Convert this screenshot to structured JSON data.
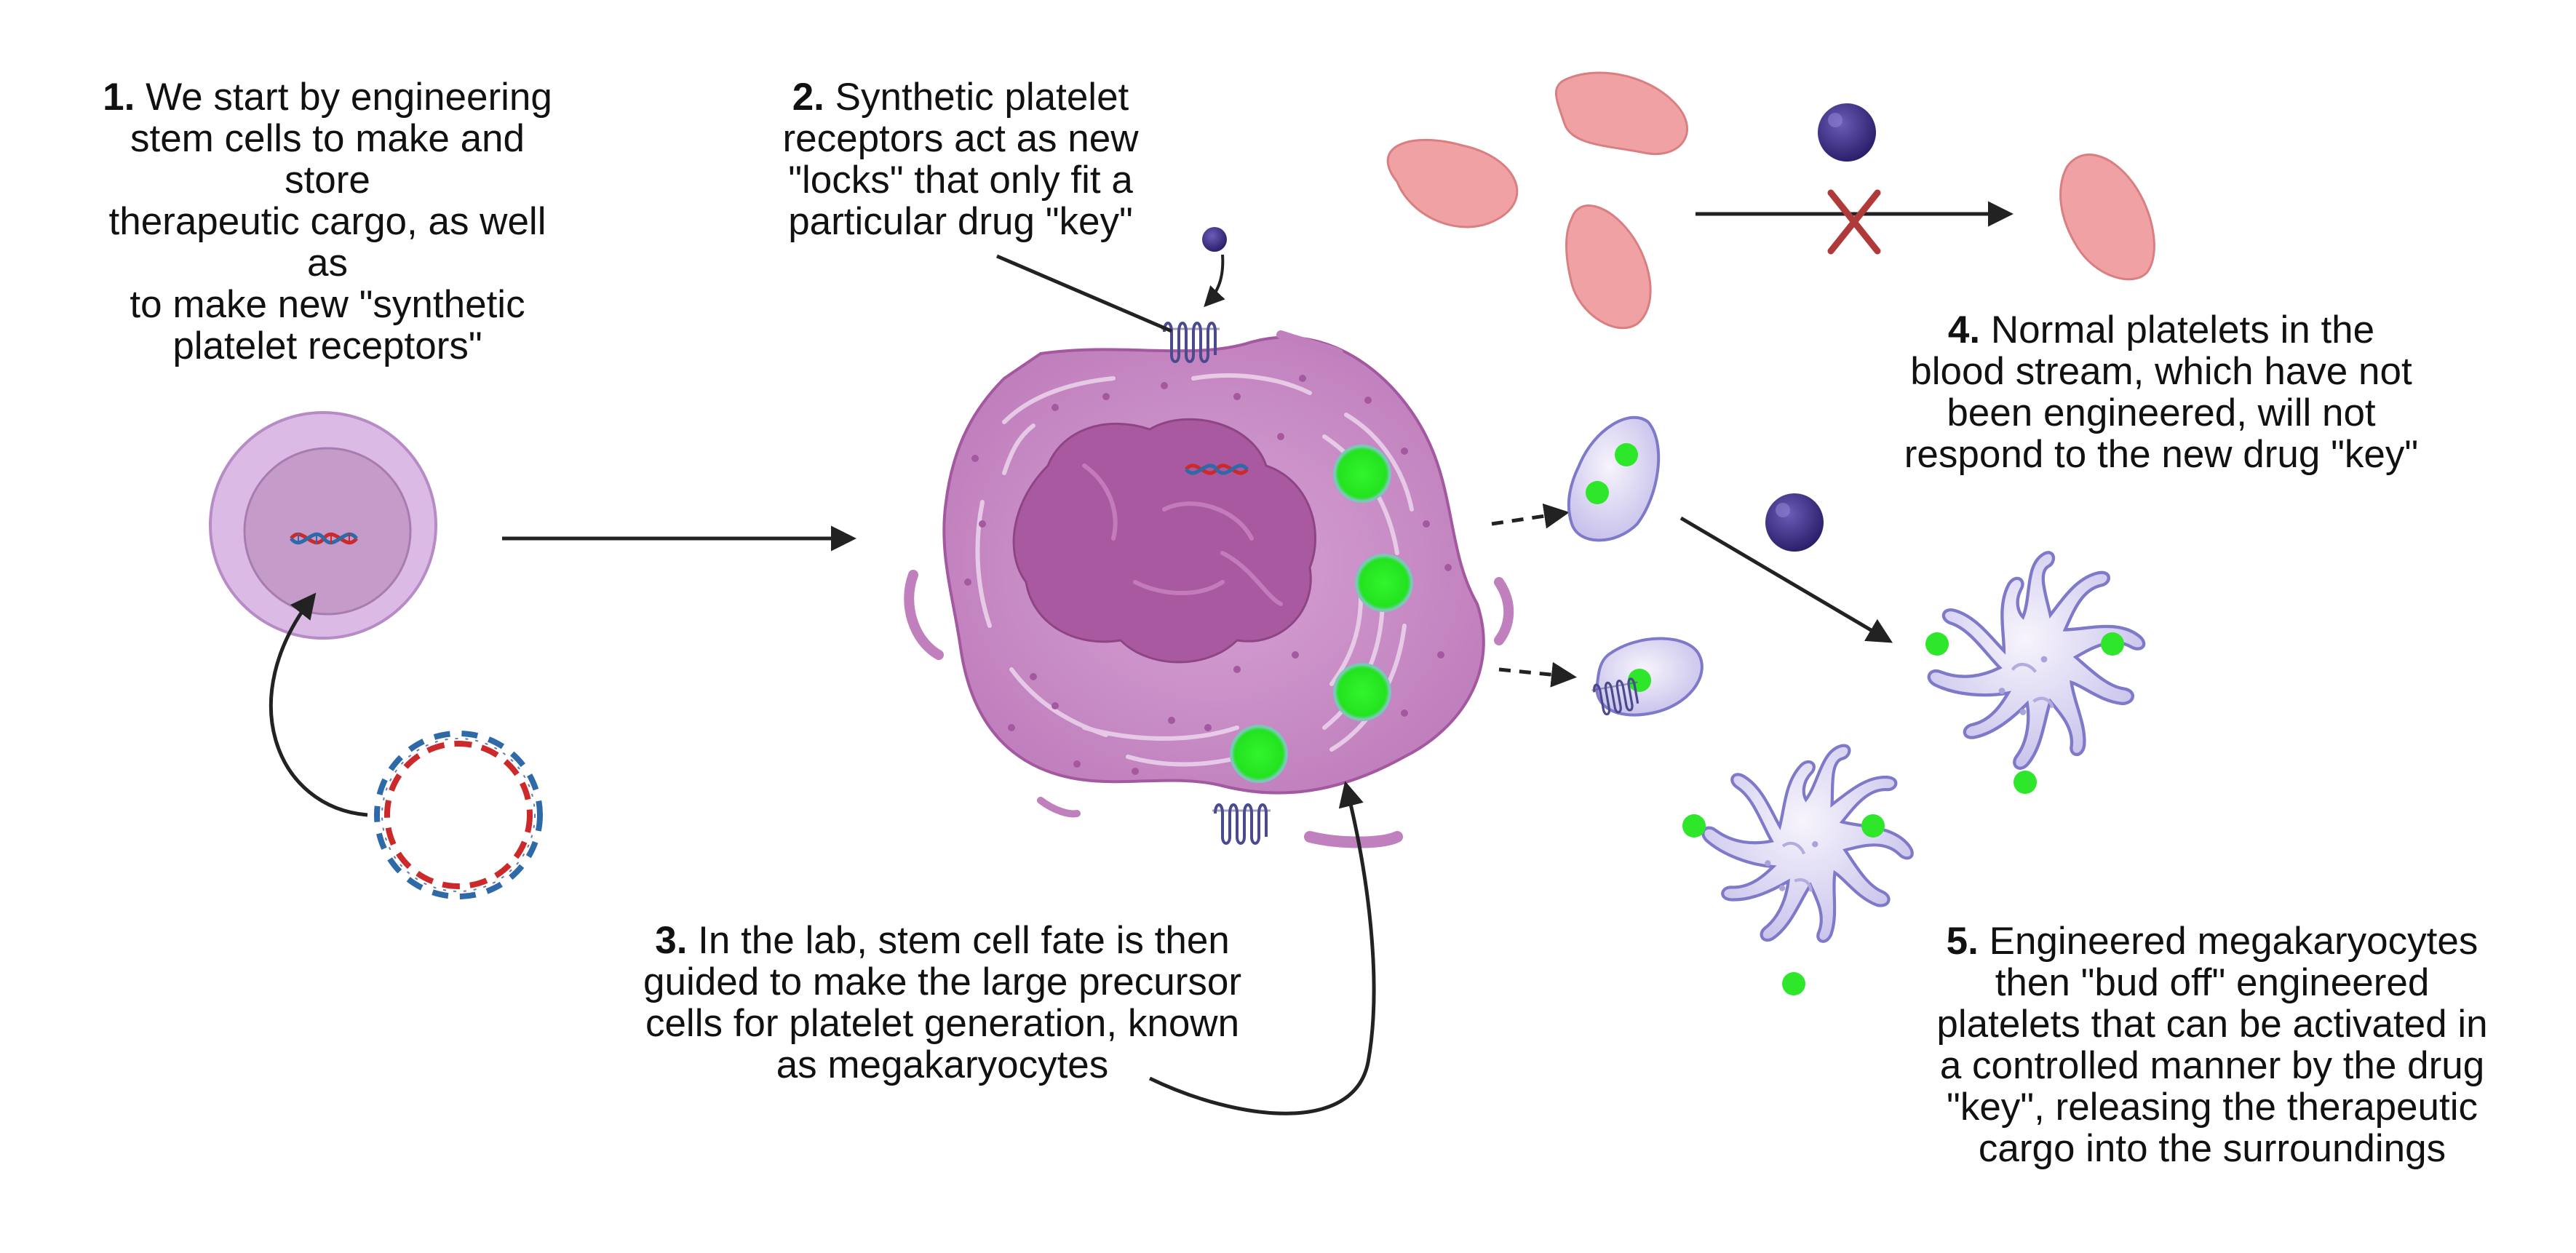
{
  "steps": [
    {
      "num": "1.",
      "lines": [
        "We start by engineering",
        "stem cells to make and store",
        "therapeutic cargo, as well as",
        "to make new \"synthetic",
        "platelet receptors\""
      ]
    },
    {
      "num": "2.",
      "lines": [
        "Synthetic platelet",
        "receptors act as new",
        "\"locks\" that only fit a",
        "particular drug \"key\""
      ]
    },
    {
      "num": "3.",
      "lines": [
        "In the lab, stem cell fate is then",
        "guided to make the large precursor",
        "cells for platelet generation, known",
        "as megakaryocytes"
      ]
    },
    {
      "num": "4.",
      "lines": [
        "Normal platelets in the",
        "blood stream, which have not",
        "been engineered, will not",
        "respond to the new drug \"key\""
      ]
    },
    {
      "num": "5.",
      "lines": [
        "Engineered megakaryocytes",
        "then \"bud off\" engineered",
        "platelets that can be activated in",
        "a controlled manner by the drug",
        "\"key\", releasing the therapeutic",
        "cargo into the surroundings"
      ]
    }
  ],
  "colors": {
    "stem_cell": "#d9b6e4",
    "nucleus": "#c596c8",
    "megakaryocyte": "#c98bc6",
    "mk_nucleus": "#a9599f",
    "cargo": "#2ee62a",
    "red_platelet": "#f0a1a3",
    "drug_key": "#4a3a8f",
    "blocked_x": "#b03a3a",
    "dna_red": "#cc2a2a",
    "dna_blue": "#2f6aa8",
    "activated_platelet": "#dcdcf4"
  }
}
